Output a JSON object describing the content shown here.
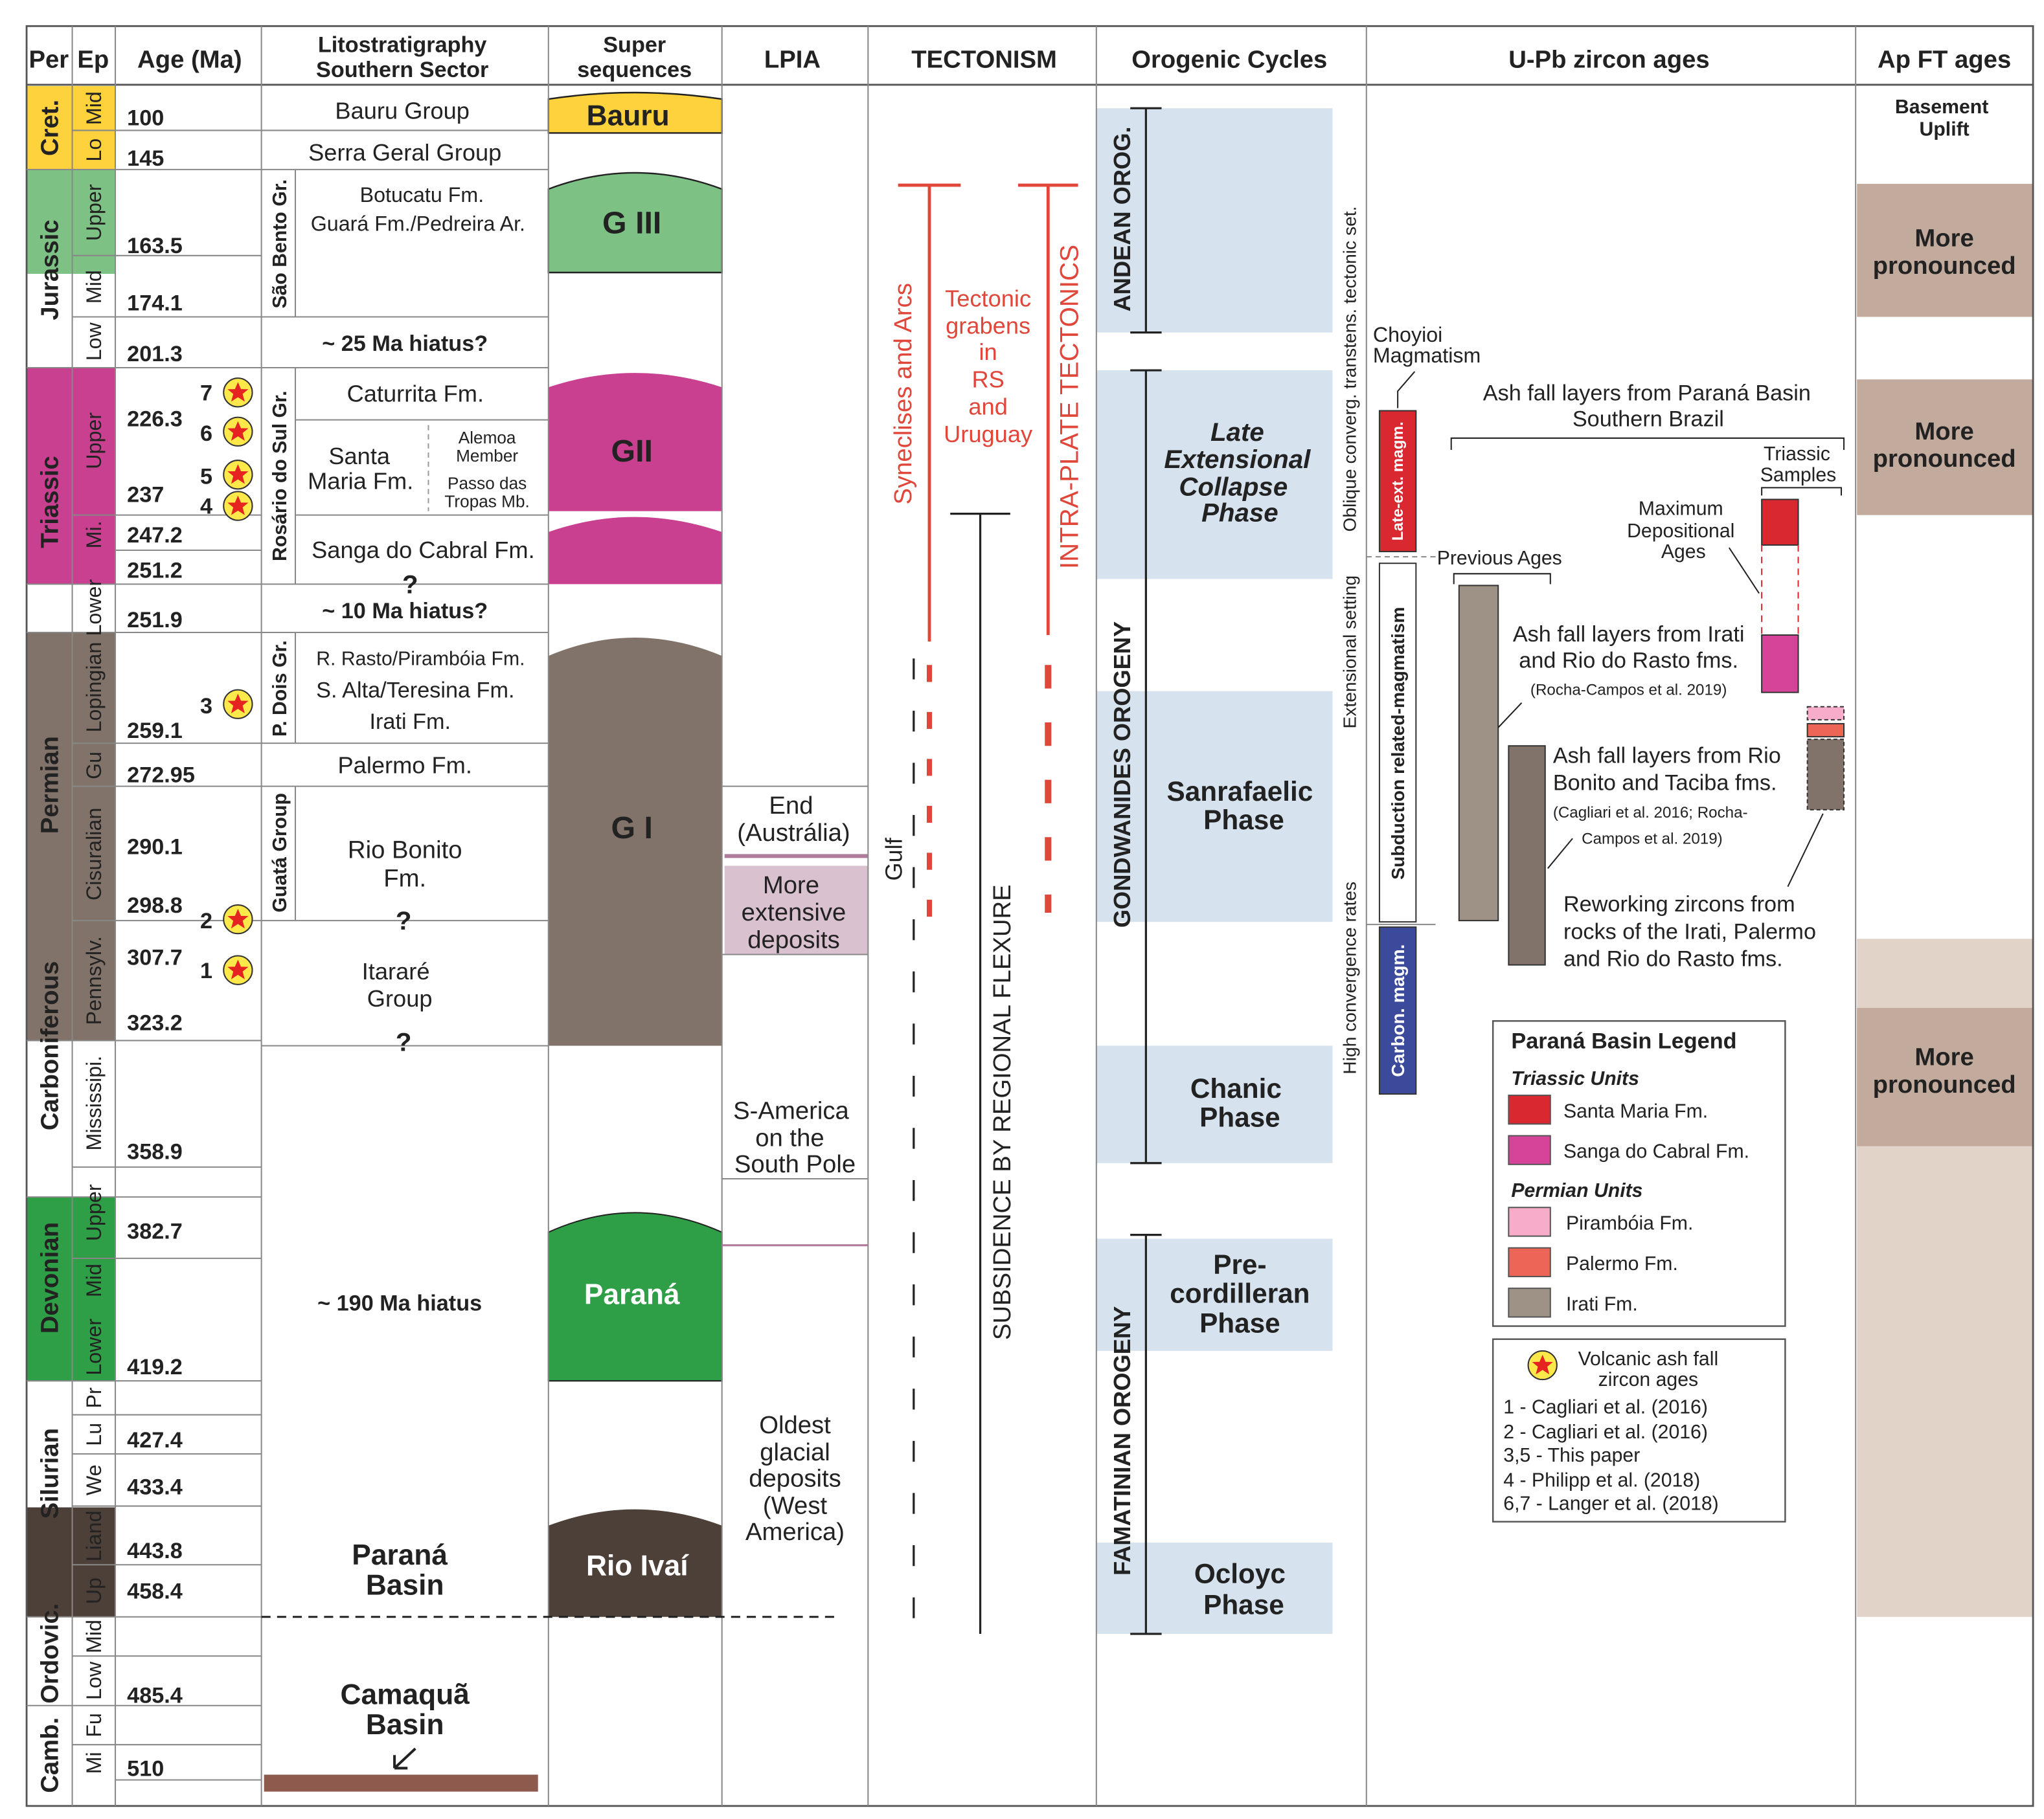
{
  "headers": {
    "per": "Per",
    "ep": "Ep",
    "age": "Age (Ma)",
    "lito_1": "Litostratigraphy",
    "lito_2": "Southern Sector",
    "super_1": "Super",
    "super_2": "sequences",
    "lpia": "LPIA",
    "tectonism": "TECTONISM",
    "orogenic": "Orogenic Cycles",
    "upb": "U-Pb zircon ages",
    "apft": "Ap FT ages"
  },
  "periods": [
    {
      "label": "Cret.",
      "color": "#fdd23c"
    },
    {
      "label": "Jurassic",
      "color": "#7dc185"
    },
    {
      "label": "Triassic",
      "color": "#c8408f"
    },
    {
      "label": "Permian",
      "color": "#81736a"
    },
    {
      "label": "Carboniferous",
      "color": "#81736a"
    },
    {
      "label": "Devonian",
      "color": "#2e9f46"
    },
    {
      "label": "Silurian",
      "color": "#ffffff"
    },
    {
      "label": "Ordovic.",
      "color": "#4d4038"
    },
    {
      "label": "Camb.",
      "color": "#ffffff"
    }
  ],
  "epochs": [
    "Mid",
    "Lo",
    "Upper",
    "Mid",
    "Low",
    "Upper",
    "Mi.",
    "Lower",
    "Lopingian",
    "Gu",
    "Cisuralian",
    "Pennsylv.",
    "Mississipi.",
    "Upper",
    "Mid",
    "Lower",
    "Pr",
    "Lu",
    "We",
    "Liand",
    "Up",
    "Mid",
    "Low",
    "Fu",
    "Mi"
  ],
  "ages": [
    "100",
    "145",
    "163.5",
    "174.1",
    "201.3",
    "226.3",
    "237",
    "247.2",
    "251.2",
    "251.9",
    "259.1",
    "272.95",
    "290.1",
    "298.8",
    "307.7",
    "323.2",
    "358.9",
    "382.7",
    "419.2",
    "427.4",
    "433.4",
    "443.8",
    "458.4",
    "485.4",
    "510"
  ],
  "star_numbers": [
    "7",
    "6",
    "5",
    "4",
    "3",
    "2",
    "1"
  ],
  "lito": {
    "bauru_group": "Bauru Group",
    "serra_geral": "Serra Geral Group",
    "sao_bento": "São Bento Gr.",
    "botucatu": "Botucatu Fm.",
    "guara": "Guará Fm./Pedreira Ar.",
    "hiatus_25": "~ 25 Ma hiatus?",
    "rosario": "Rosário do Sul Gr.",
    "caturrita": "Caturrita Fm.",
    "santa_maria_1": "Santa",
    "santa_maria_2": "Maria Fm.",
    "alemoa_1": "Alemoa",
    "alemoa_2": "Member",
    "passo_1": "Passo das",
    "passo_2": "Tropas Mb.",
    "sanga": "Sanga do Cabral Fm.",
    "hiatus_10": "~ 10 Ma hiatus?",
    "p_dois": "P. Dois Gr.",
    "rasto": "R. Rasto/Pirambóia Fm.",
    "s_alta": "S. Alta/Teresina Fm.",
    "irati": "Irati Fm.",
    "palermo": "Palermo Fm.",
    "guata": "Guatá Group",
    "rio_bonito_1": "Rio Bonito",
    "rio_bonito_2": "Fm.",
    "itarare_1": "Itararé",
    "itarare_2": "Group",
    "hiatus_190": "~ 190 Ma hiatus",
    "parana_basin_1": "Paraná",
    "parana_basin_2": "Basin",
    "camaqua_1": "Camaquã",
    "camaqua_2": "Basin",
    "question": "?"
  },
  "supersequences": {
    "bauru": "Bauru",
    "g3": "G III",
    "g2": "GII",
    "g1": "G I",
    "parana": "Paraná",
    "rio_ivai": "Rio Ivaí",
    "colors": {
      "bauru": "#fdd23c",
      "g3": "#7dc185",
      "g2": "#c8408f",
      "g1": "#81736a",
      "parana": "#2e9f46",
      "rio_ivai": "#4d4038"
    }
  },
  "lpia": {
    "end_1": "End",
    "end_2": "(Austrália)",
    "more_1": "More",
    "more_2": "extensive",
    "more_3": "deposits",
    "sa_1": "S-America",
    "sa_2": "on the",
    "sa_3": "South Pole",
    "oldest_1": "Oldest",
    "oldest_2": "glacial",
    "oldest_3": "deposits",
    "oldest_4": "(West",
    "oldest_5": "America)"
  },
  "tectonism": {
    "synclises": "Syneclises and Arcs",
    "grabens_1": "Tectonic",
    "grabens_2": "grabens",
    "grabens_3": "in",
    "grabens_4": "RS",
    "grabens_5": "and",
    "grabens_6": "Uruguay",
    "intraplate": "INTRA-PLATE TECTONICS",
    "gulf": "Gulf",
    "subsidence": "SUBSIDENCE BY REGIONAL FLEXURE"
  },
  "orogenic": {
    "andean": "ANDEAN OROG.",
    "gondwanides": "GONDWANIDES OROGENY",
    "famatinian": "FAMATINIAN OROGENY",
    "late_1": "Late",
    "late_2": "Extensional",
    "late_3": "Collapse",
    "late_4": "Phase",
    "sanrafaelic_1": "Sanrafaelic",
    "sanrafaelic_2": "Phase",
    "chanic_1": "Chanic",
    "chanic_2": "Phase",
    "pre_1": "Pre-",
    "pre_2": "cordilleran",
    "pre_3": "Phase",
    "ocloyc_1": "Ocloyc",
    "ocloyc_2": "Phase"
  },
  "upb": {
    "oblique": "Oblique converg. transtens. tectonic set.",
    "extensional": "Extensional setting",
    "high_conv": "High convergence rates",
    "late_ext": "Late-ext. magm.",
    "subduction": "Subduction related-magmatism",
    "carbon": "Carbon. magm.",
    "choyioi_1": "Choyioi",
    "choyioi_2": "Magmatism",
    "ash_parana_1": "Ash fall layers from Paraná Basin",
    "ash_parana_2": "Southern Brazil",
    "triassic_samples_1": "Triassic",
    "triassic_samples_2": "Samples",
    "max_dep_1": "Maximum",
    "max_dep_2": "Depositional",
    "max_dep_3": "Ages",
    "previous": "Previous Ages",
    "ash_irati_1": "Ash fall layers from Irati",
    "ash_irati_2": "and Rio do Rasto fms.",
    "ash_irati_3": "(Rocha-Campos et al. 2019)",
    "ash_rio_1": "Ash fall layers from Rio",
    "ash_rio_2": "Bonito and Taciba fms.",
    "ash_rio_3": "(Cagliari et al. 2016; Rocha-",
    "ash_rio_4": "Campos et al. 2019)",
    "rework_1": "Reworking zircons from",
    "rework_2": "rocks of the Irati, Palermo",
    "rework_3": "and Rio do Rasto fms."
  },
  "legend": {
    "title": "Paraná Basin Legend",
    "triassic_units": "Triassic Units",
    "permian_units": "Permian Units",
    "items": [
      {
        "label": "Santa Maria Fm.",
        "color": "#d9282f"
      },
      {
        "label": "Sanga do Cabral Fm.",
        "color": "#d6449a"
      },
      {
        "label": "Pirambóia Fm.",
        "color": "#f7adc9"
      },
      {
        "label": "Palermo Fm.",
        "color": "#ec6556"
      },
      {
        "label": "Irati Fm.",
        "color": "#9e9286"
      }
    ]
  },
  "zircon_legend": {
    "title_1": "Volcanic ash fall",
    "title_2": "zircon ages",
    "refs": [
      "1 - Cagliari et al. (2016)",
      "2 - Cagliari et al. (2016)",
      "3,5 - This paper",
      "4 - Philipp et al. (2018)",
      "6,7 - Langer et al. (2018)"
    ]
  },
  "apft": {
    "basement_1": "Basement",
    "basement_2": "Uplift",
    "more_1": "More",
    "more_2": "pronounced"
  }
}
